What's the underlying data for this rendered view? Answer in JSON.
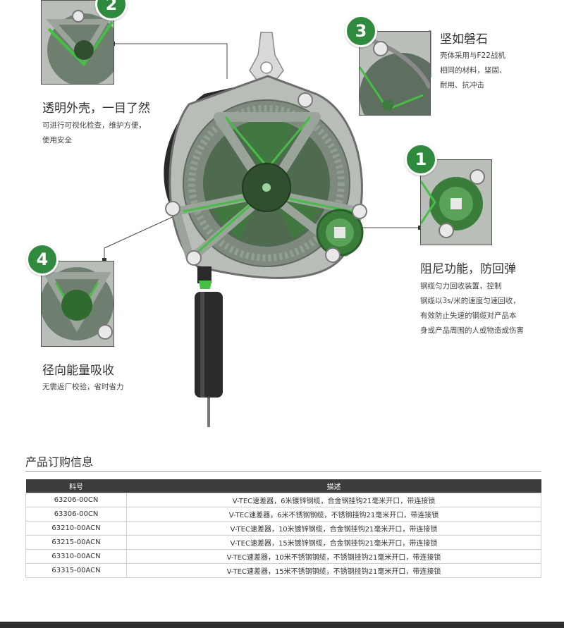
{
  "features": [
    {
      "number": "2",
      "title": "透明外壳，一目了然",
      "desc": [
        "可进行可视化检查，维护方便，",
        "使用安全"
      ]
    },
    {
      "number": "3",
      "title": "坚如磐石",
      "desc": [
        "壳体采用与F22战机",
        "相同的材料，坚固、",
        "耐用、抗冲击"
      ]
    },
    {
      "number": "1",
      "title": "阻尼功能，防回弹",
      "desc": [
        "钢缆匀力回收装置，控制",
        "钢缆以3s/米的速度匀速回收，",
        "有效防止失速的钢缆对产品本",
        "身或产品周围的人或物造成伤害"
      ]
    },
    {
      "number": "4",
      "title": "径向能量吸收",
      "desc": [
        "无需返厂校验，省时省力"
      ]
    }
  ],
  "order_info": {
    "title": "产品订购信息",
    "headers": [
      "料号",
      "描述"
    ],
    "rows": [
      [
        "63206-00CN",
        "V-TEC速差器，6米镀锌钢缆，合金钢挂钩21毫米开口，带连接锁"
      ],
      [
        "63306-00CN",
        "V-TEC速差器，6米不锈钢钢缆，不锈钢挂钩21毫米开口，带连接锁"
      ],
      [
        "63210-00ACN",
        "V-TEC速差器，10米镀锌钢缆，合金钢挂钩21毫米开口，带连接锁"
      ],
      [
        "63215-00ACN",
        "V-TEC速差器，15米镀锌钢缆，合金钢挂钩21毫米开口，带连接锁"
      ],
      [
        "63310-00ACN",
        "V-TEC速差器，10米不锈钢钢缆，不锈钢挂钩21毫米开口，带连接锁"
      ],
      [
        "63315-00ACN",
        "V-TEC速差器，15米不锈钢钢缆，不锈钢挂钩21毫米开口，带连接锁"
      ]
    ]
  },
  "colors": {
    "accent_green": "#2e8b3d",
    "header_bg": "#3c3c3c",
    "bottom_bar": "#2d2d2d"
  }
}
